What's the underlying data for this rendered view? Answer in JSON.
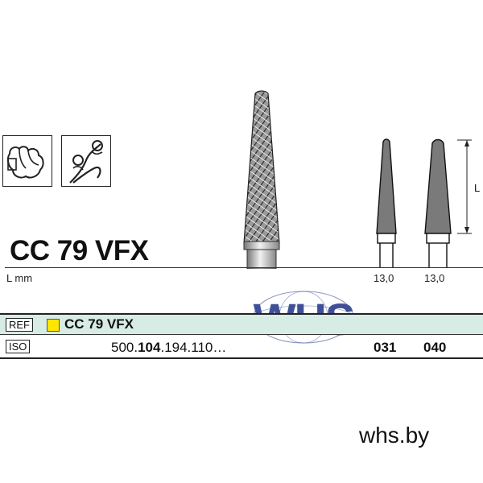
{
  "product": {
    "title": "CC 79 VFX",
    "length_label": "L mm",
    "dimension_label": "L",
    "lengths": [
      "13,0",
      "13,0"
    ],
    "ref_tag": "REF",
    "iso_tag": "ISO",
    "ref_name": "CC 79 VFX",
    "iso_prefix": "500.",
    "iso_bold": "104",
    "iso_suffix": ".194.110…",
    "sizes": [
      "031",
      "040"
    ],
    "ref_color": "#ffe600"
  },
  "watermark": {
    "text": "WHS",
    "color": "#2c3e8c"
  },
  "footer": {
    "site": "whs.by"
  },
  "icons": [
    "acrylic-denture-icon",
    "orthodontic-pliers-icon"
  ]
}
